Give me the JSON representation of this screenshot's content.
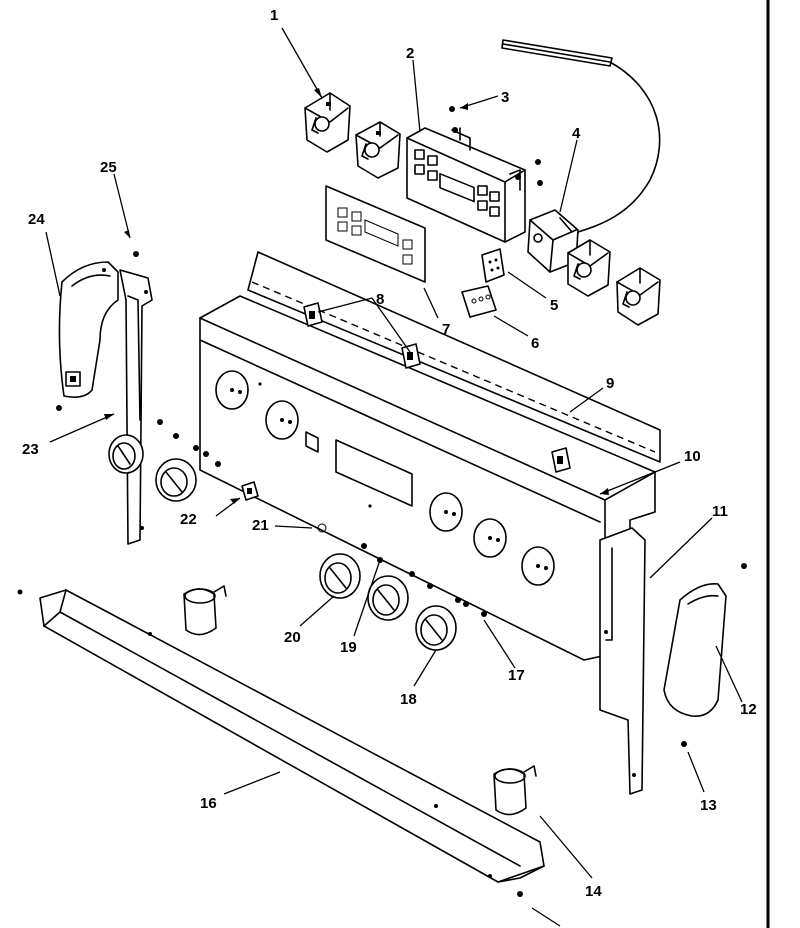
{
  "callouts": [
    "1",
    "2",
    "3",
    "4",
    "5",
    "6",
    "7",
    "8",
    "9",
    "10",
    "11",
    "12",
    "13",
    "14",
    "16",
    "17",
    "18",
    "19",
    "20",
    "21",
    "22",
    "23",
    "24",
    "25"
  ],
  "colors": {
    "ink": "#000000",
    "paper": "#ffffff"
  }
}
